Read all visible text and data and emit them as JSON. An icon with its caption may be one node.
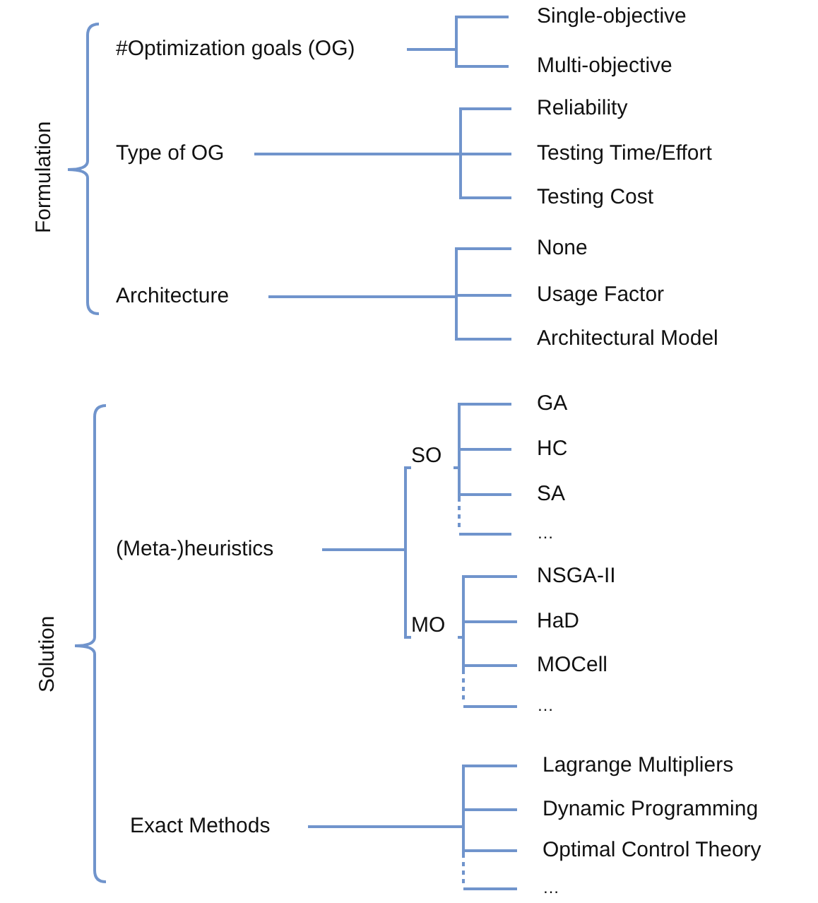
{
  "diagram": {
    "nodes": [
      {
        "text": [
          "Formulation"
        ]
      },
      {
        "text": [
          "#Optimization goals (OG)"
        ]
      },
      {
        "text": [
          "Single-objective"
        ]
      },
      {
        "text": [
          "Multi-objective"
        ]
      },
      {
        "text": [
          "Type of OG"
        ]
      },
      {
        "text": [
          "Reliability"
        ]
      },
      {
        "text": [
          "Testing Time/Effort"
        ]
      },
      {
        "text": [
          "Testing Cost"
        ]
      },
      {
        "text": [
          "Architecture"
        ]
      },
      {
        "text": [
          "None"
        ]
      },
      {
        "text": [
          "Usage Factor"
        ]
      },
      {
        "text": [
          "Architectural Model"
        ]
      },
      {
        "text": [
          "Solution"
        ]
      },
      {
        "text": [
          "(Meta-)heuristics"
        ]
      },
      {
        "text": [
          "SO"
        ]
      },
      {
        "text": [
          "GA"
        ]
      },
      {
        "text": [
          "HC"
        ]
      },
      {
        "text": [
          "SA"
        ]
      },
      {
        "text": [
          "…"
        ]
      },
      {
        "text": [
          "MO"
        ]
      },
      {
        "text": [
          "NSGA-II"
        ]
      },
      {
        "text": [
          "HaD"
        ]
      },
      {
        "text": [
          "MOCell"
        ]
      },
      {
        "text": [
          "…"
        ]
      },
      {
        "text": [
          "Exact Methods"
        ]
      },
      {
        "text": [
          "Lagrange Multipliers"
        ]
      },
      {
        "text": [
          "Dynamic Programming"
        ]
      },
      {
        "text": [
          "Optimal Control Theory"
        ]
      },
      {
        "text": [
          "…"
        ]
      }
    ],
    "edges": [
      {
        "from": 1,
        "to": 2,
        "arrow": "none"
      },
      {
        "from": 1,
        "to": 3,
        "arrow": "none"
      },
      {
        "from": 4,
        "to": 5,
        "arrow": "none"
      },
      {
        "from": 4,
        "to": 6,
        "arrow": "none"
      },
      {
        "from": 4,
        "to": 7,
        "arrow": "none"
      },
      {
        "from": 8,
        "to": 9,
        "arrow": "none"
      },
      {
        "from": 8,
        "to": 10,
        "arrow": "none"
      },
      {
        "from": 8,
        "to": 11,
        "arrow": "none"
      },
      {
        "from": 13,
        "to": 14,
        "arrow": "none"
      },
      {
        "from": 13,
        "to": 19,
        "arrow": "none"
      },
      {
        "from": 14,
        "to": 15,
        "arrow": "none"
      },
      {
        "from": 14,
        "to": 16,
        "arrow": "none"
      },
      {
        "from": 14,
        "to": 17,
        "arrow": "none"
      },
      {
        "from": 14,
        "to": 18,
        "arrow": "none",
        "style": "dashed"
      },
      {
        "from": 19,
        "to": 20,
        "arrow": "none"
      },
      {
        "from": 19,
        "to": 21,
        "arrow": "none"
      },
      {
        "from": 19,
        "to": 22,
        "arrow": "none"
      },
      {
        "from": 19,
        "to": 23,
        "arrow": "none",
        "style": "dashed"
      },
      {
        "from": 24,
        "to": 25,
        "arrow": "none"
      },
      {
        "from": 24,
        "to": 26,
        "arrow": "none"
      },
      {
        "from": 24,
        "to": 27,
        "arrow": "none"
      },
      {
        "from": 24,
        "to": 28,
        "arrow": "none",
        "style": "dashed"
      }
    ]
  }
}
